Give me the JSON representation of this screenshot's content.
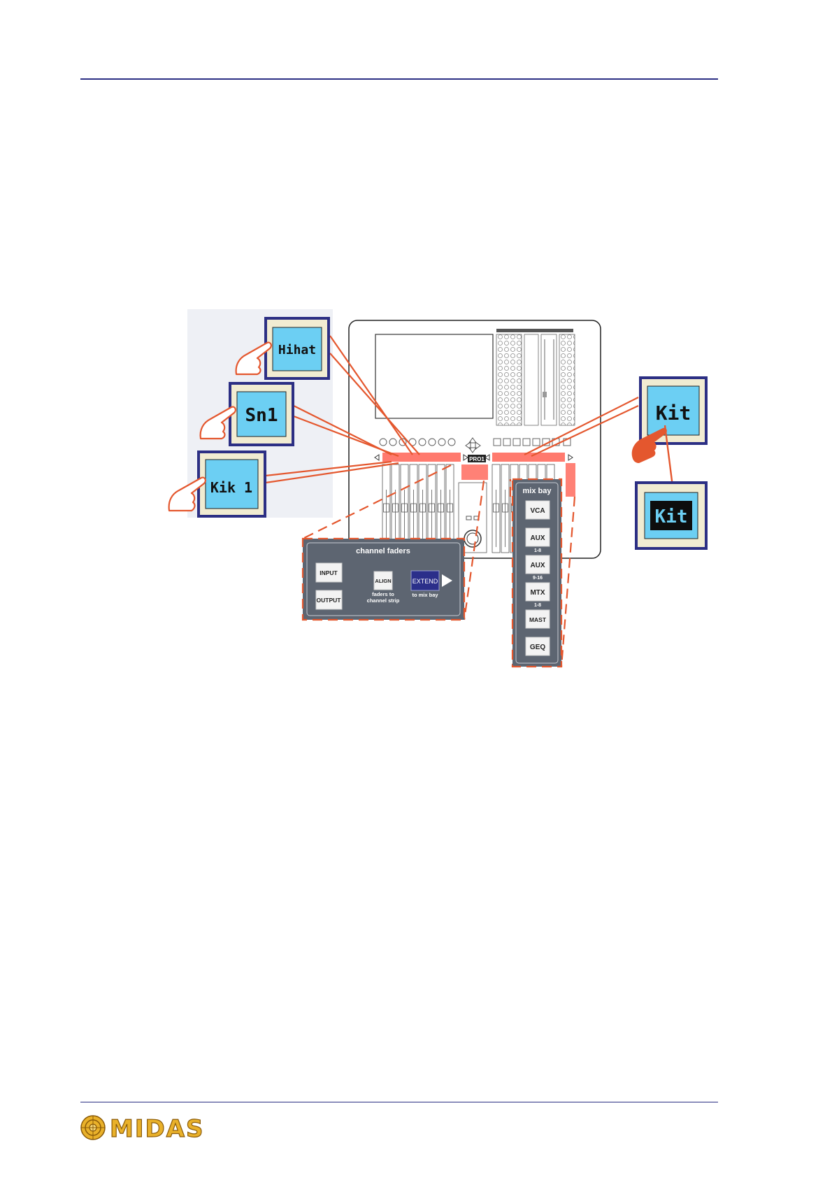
{
  "lcd_buttons": {
    "hihat": "Hihat",
    "snare": "Sn1",
    "kick": "Kik 1",
    "kit": "Kit",
    "kit_active": "Kit"
  },
  "console": {
    "brand_badge": "PRO1"
  },
  "channel_faders": {
    "title": "channel faders",
    "input_label": "INPUT",
    "output_label": "OUTPUT",
    "align_label": "ALIGN",
    "align_caption_1": "faders to",
    "align_caption_2": "channel strip",
    "extend_label": "EXTEND",
    "extend_caption": "to mix bay"
  },
  "mix_bay": {
    "title": "mix bay",
    "buttons": [
      {
        "label": "VCA",
        "caption": ""
      },
      {
        "label": "AUX",
        "caption": "1-8"
      },
      {
        "label": "AUX",
        "caption": "9-16"
      },
      {
        "label": "MTX",
        "caption": "1-8"
      },
      {
        "label": "MAST",
        "caption": ""
      },
      {
        "label": "GEQ",
        "caption": ""
      }
    ]
  },
  "logo": {
    "text": "MIDAS"
  },
  "colors": {
    "rule": "#2c2f84",
    "lcd_blue": "#6ccff3",
    "lcd_frame": "#2c2f84",
    "lcd_bezel": "#f1ecd2",
    "highlight": "#ff5a3a",
    "panel": "#5d6571",
    "logo_gold": "#e9b12a"
  }
}
